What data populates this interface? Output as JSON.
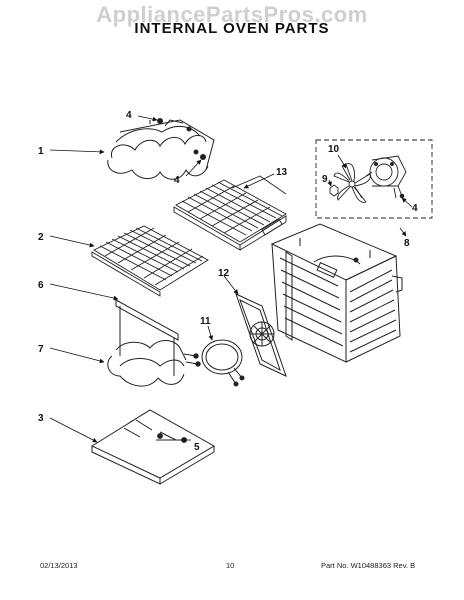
{
  "watermark": "AppliancePartsPros.com",
  "title": "INTERNAL OVEN PARTS",
  "callouts": {
    "c1": "1",
    "c2": "2",
    "c3": "3",
    "c4a": "4",
    "c4b": "4",
    "c4c": "4",
    "c5": "5",
    "c6": "6",
    "c7": "7",
    "c8": "8",
    "c9": "9",
    "c10": "10",
    "c11": "11",
    "c12": "12",
    "c13": "13"
  },
  "footer": {
    "date": "02/13/2013",
    "page": "10",
    "part_number": "Part No. W10488363  Rev. B"
  }
}
